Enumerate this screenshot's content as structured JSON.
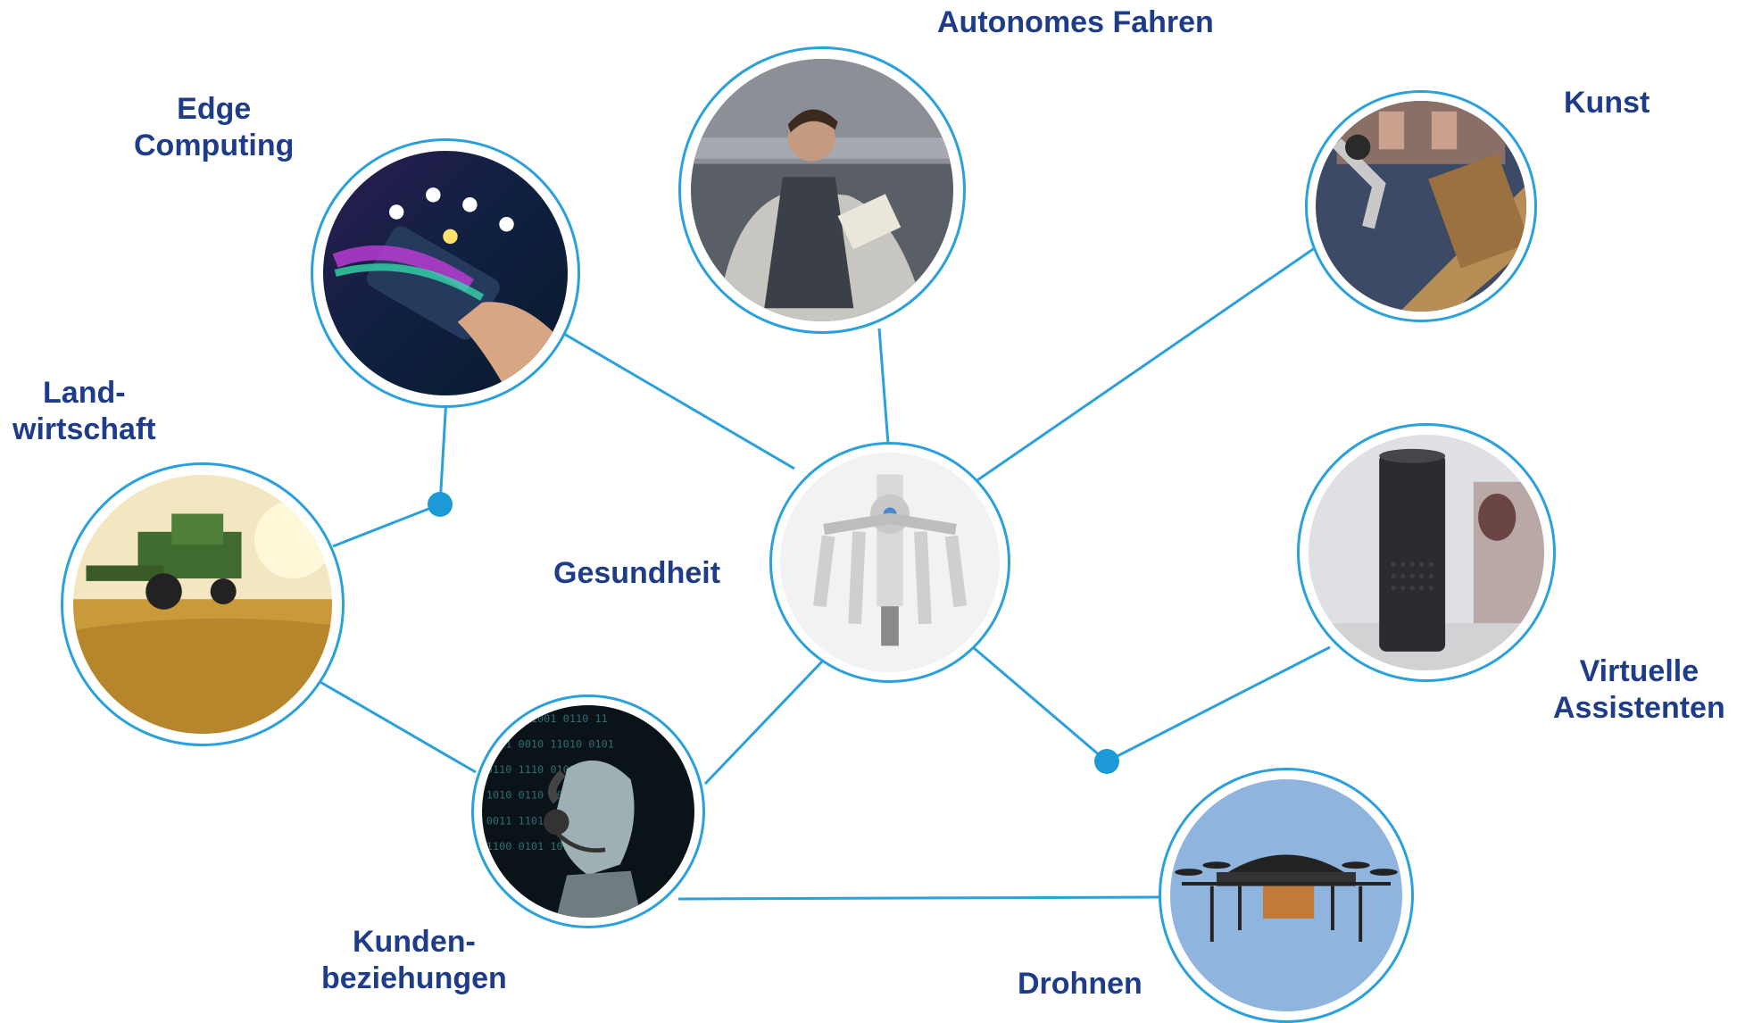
{
  "colors": {
    "accent": "#1b9ad6",
    "label": "#1f3c88",
    "ring": "#2aa0dc"
  },
  "nodes": {
    "gesundheit": {
      "label": "Gesundheit",
      "image": "surgical-robot"
    },
    "autonomes_fahren": {
      "label": "Autonomes Fahren",
      "image": "man-reading-in-self-driving-car"
    },
    "edge_computing": {
      "lines": [
        "Edge",
        "Computing"
      ],
      "image": "smartphone-with-icons"
    },
    "kunst": {
      "label": "Kunst",
      "image": "robot-arm-painting"
    },
    "landwirtschaft": {
      "lines": [
        "Land-",
        "wirtschaft"
      ],
      "image": "combine-harvester-in-wheat-field"
    },
    "virtuelle_assistenten": {
      "lines": [
        "Virtuelle",
        "Assistenten"
      ],
      "image": "smart-speaker"
    },
    "kundenbeziehungen": {
      "lines": [
        "Kunden-",
        "beziehungen"
      ],
      "image": "robot-head-with-headset"
    },
    "drohnen": {
      "label": "Drohnen",
      "image": "delivery-drone"
    }
  }
}
